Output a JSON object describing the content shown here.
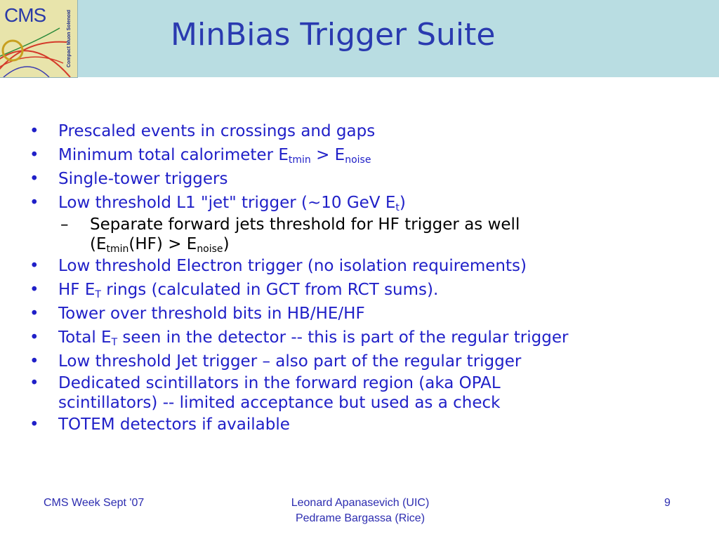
{
  "logo": {
    "text": "CMS",
    "side_text": "Compact Muon Solenoid"
  },
  "title": "MinBias Trigger Suite",
  "bullets": [
    {
      "text": "Prescaled events in crossings and gaps"
    },
    {
      "pre": "Minimum total calorimeter E",
      "sub1": "tmin",
      "mid": " > E",
      "sub2": "noise"
    },
    {
      "text": "Single-tower triggers"
    },
    {
      "pre": "Low threshold L1 \"jet\" trigger (~10 GeV E",
      "sub1": "t",
      "post": ")"
    },
    {
      "sub_item": {
        "line1": "Separate forward jets threshold for HF trigger as well",
        "pre": "(E",
        "sub1": "tmin",
        "mid": "(HF) > E",
        "sub2": "noise",
        "post": ")"
      }
    },
    {
      "text": "Low threshold Electron trigger (no isolation requirements)"
    },
    {
      "pre": "HF E",
      "sub1": "T",
      "post": " rings (calculated in GCT from RCT sums)."
    },
    {
      "text": "Tower over threshold bits in HB/HE/HF"
    },
    {
      "pre": "Total E",
      "sub1": "T",
      "post": " seen in the detector -- this is part of the regular trigger"
    },
    {
      "text": "Low threshold Jet trigger – also part of the regular trigger"
    },
    {
      "line1": "Dedicated scintillators in the forward region (aka OPAL",
      "line2": "scintillators) -- limited acceptance but used as a check"
    },
    {
      "text": "TOTEM detectors if available"
    }
  ],
  "footer": {
    "left": "CMS Week Sept '07",
    "center_line1": "Leonard Apanasevich (UIC)",
    "center_line2": "Pedrame Bargassa (Rice)",
    "page_number": "9"
  },
  "colors": {
    "header_band": "#b9dde2",
    "title": "#2a3ab0",
    "bullet_text": "#2020c8",
    "sub_bullet_text": "#000000"
  }
}
